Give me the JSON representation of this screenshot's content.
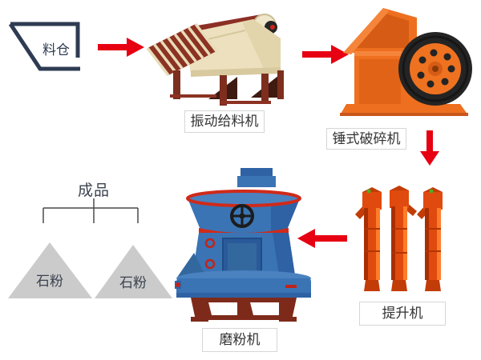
{
  "flowchart": {
    "stages": {
      "silo": "料仓",
      "feeder": "振动给料机",
      "crusher": "锤式破碎机",
      "elevator": "提升机",
      "mill": "磨粉机"
    },
    "output": {
      "product": "成品",
      "powder_left": "石粉",
      "powder_right": "石粉"
    },
    "arrows": [
      {
        "from": "silo",
        "to": "feeder",
        "direction": "right"
      },
      {
        "from": "feeder",
        "to": "crusher",
        "direction": "right"
      },
      {
        "from": "crusher",
        "to": "elevator",
        "direction": "down"
      },
      {
        "from": "elevator",
        "to": "mill",
        "direction": "left"
      },
      {
        "from": "mill",
        "to": "product",
        "direction": "branch-to-two-powder-piles"
      }
    ],
    "colors": {
      "arrow": "#e60012",
      "silo_outline": "#2e3b52",
      "label_text": "#333333",
      "label_border": "#d6d6d6",
      "tree_line": "#4a4a4a",
      "triangle_fill": "#cbcbcb",
      "feeder_body": "#ece0be",
      "feeder_frame": "#7d2e1e",
      "crusher_body": "#ee6f1f",
      "crusher_wheel": "#242424",
      "elevator_body": "#e04a0e",
      "mill_body": "#3a74b5",
      "mill_band": "#d02a1a",
      "mill_base": "#7e2a1a"
    }
  }
}
